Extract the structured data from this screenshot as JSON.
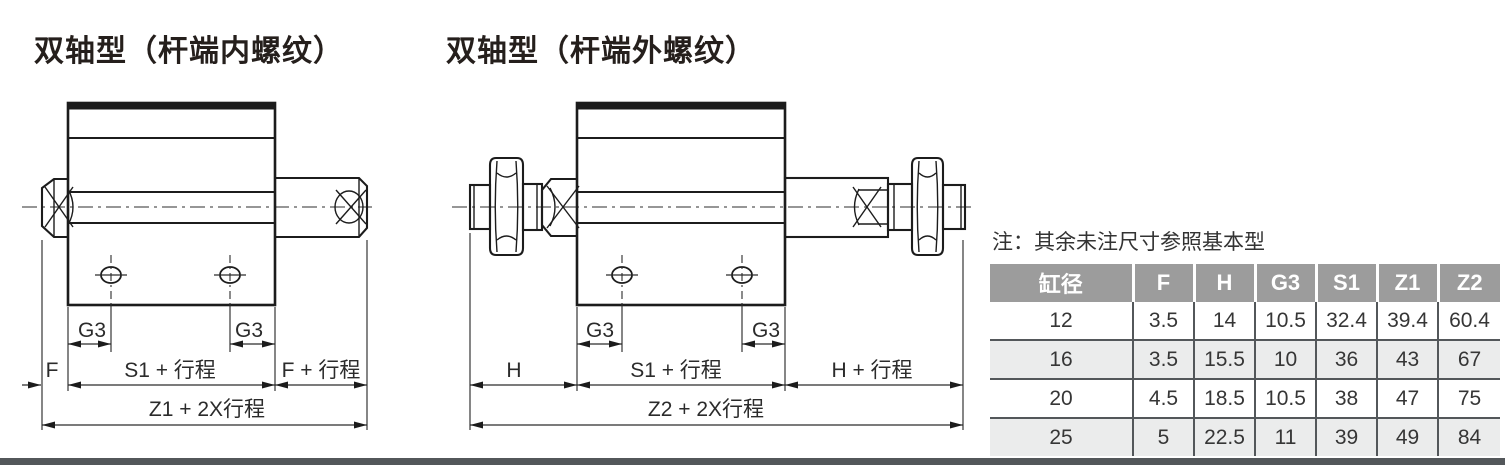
{
  "titles": {
    "left": "双轴型（杆端内螺纹）",
    "right": "双轴型（杆端外螺纹）"
  },
  "note": "注：其余未注尺寸参照基本型",
  "diagram_left": {
    "dims": {
      "g3_a": "G3",
      "g3_b": "G3",
      "f": "F",
      "s1_stroke": "S1 + 行程",
      "f_stroke": "F + 行程",
      "z1_stroke": "Z1 + 2X行程"
    }
  },
  "diagram_right": {
    "dims": {
      "g3_a": "G3",
      "g3_b": "G3",
      "h": "H",
      "s1_stroke": "S1 + 行程",
      "h_stroke": "H + 行程",
      "z2_stroke": "Z2 + 2X行程"
    }
  },
  "table": {
    "headers": [
      "缸径",
      "F",
      "H",
      "G3",
      "S1",
      "Z1",
      "Z2"
    ],
    "rows": [
      [
        "12",
        "3.5",
        "14",
        "10.5",
        "32.4",
        "39.4",
        "60.4"
      ],
      [
        "16",
        "3.5",
        "15.5",
        "10",
        "36",
        "43",
        "67"
      ],
      [
        "20",
        "4.5",
        "18.5",
        "10.5",
        "38",
        "47",
        "75"
      ],
      [
        "25",
        "5",
        "22.5",
        "11",
        "39",
        "49",
        "84"
      ]
    ]
  },
  "colors": {
    "line": "#1c1c1c",
    "table_header_bg": "#9c9c9c",
    "table_header_text": "#ffffff",
    "table_row_alt": "#ebecec",
    "table_grid": "#53575a",
    "bottom_bar": "#53575a"
  }
}
